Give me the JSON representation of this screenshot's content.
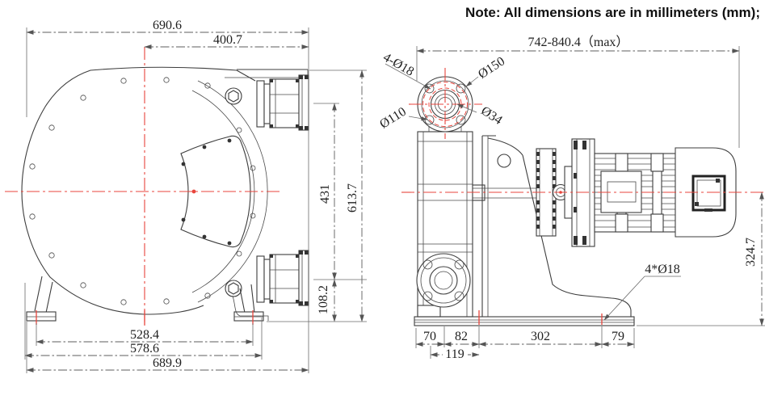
{
  "note": "Note: All dimensions are in millimeters (mm);",
  "colors": {
    "line": "#3d3d3d",
    "centerline_red": "#e8453c",
    "dim_text": "#1f1f1f"
  },
  "front_view": {
    "name": "pump front view",
    "dims": {
      "top_width": "690.6",
      "center_to_right": "400.7",
      "port_spacing": "431",
      "total_height": "613.7",
      "port_to_foot": "108.2",
      "foot_span": "528.4",
      "mid_width": "578.6",
      "bottom_width": "689.9"
    }
  },
  "side_view": {
    "name": "pump side view with gearbox and motor",
    "dims": {
      "total_length": "742-840.4（max）",
      "centerline_height": "324.7",
      "base_seg_1": "70",
      "base_seg_2": "82",
      "base_seg_3": "302",
      "base_seg_4": "79",
      "base_seg_12": "119",
      "base_holes": "4*Ø18"
    },
    "flange": {
      "bolt_holes": "4-Ø18",
      "outer_diameter": "Ø150",
      "bolt_circle": "Ø110",
      "bore": "Ø34"
    }
  }
}
